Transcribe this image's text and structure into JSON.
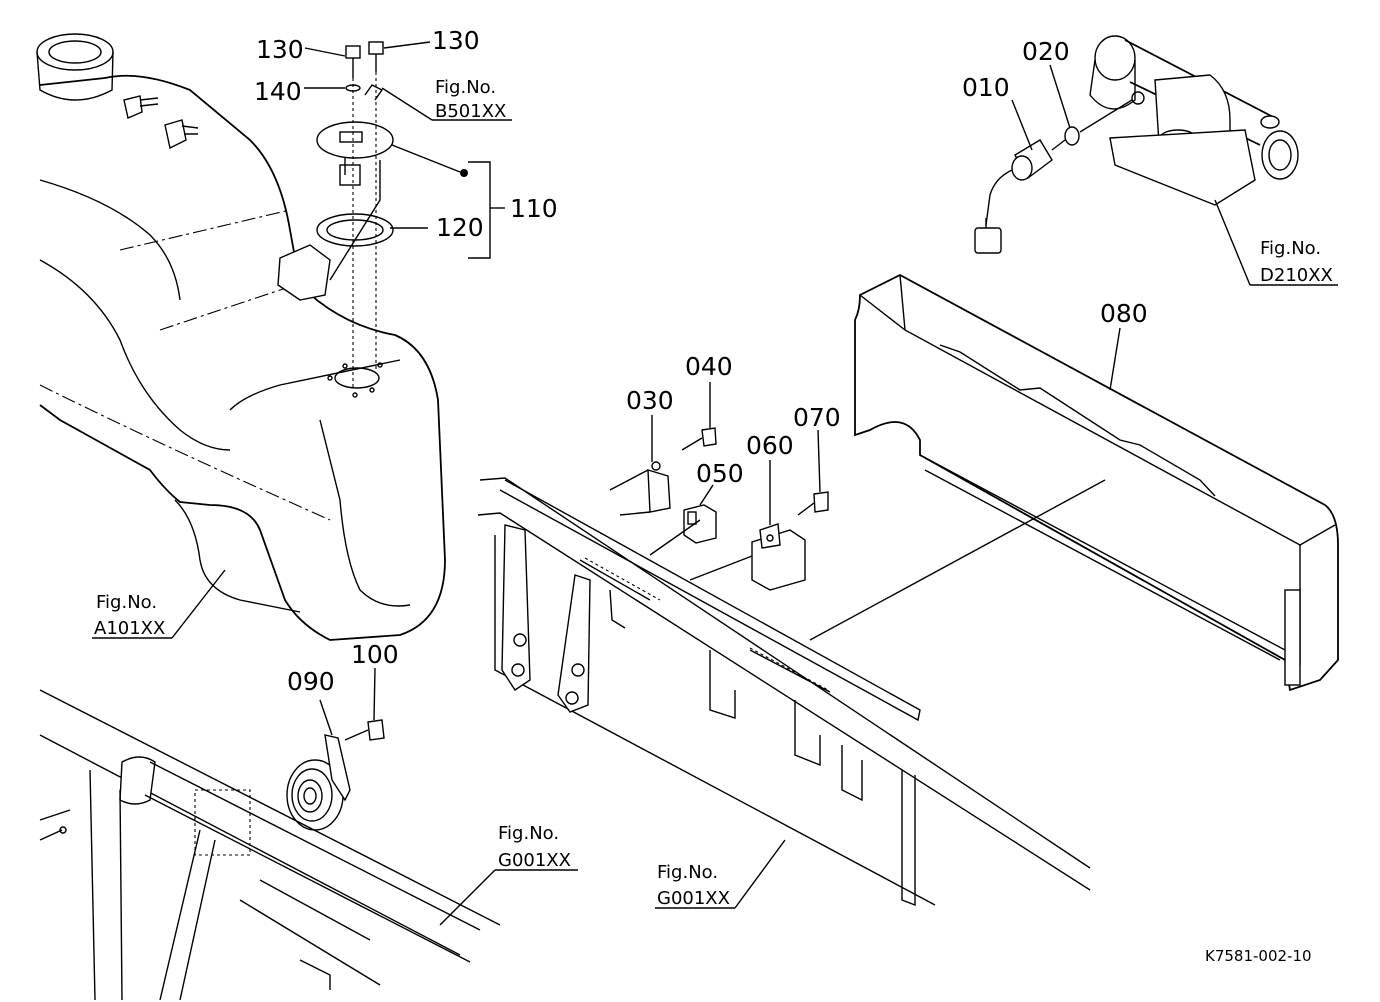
{
  "parts": [
    {
      "id": "p010",
      "label": "010"
    },
    {
      "id": "p020",
      "label": "020"
    },
    {
      "id": "p030",
      "label": "030"
    },
    {
      "id": "p040",
      "label": "040"
    },
    {
      "id": "p050",
      "label": "050"
    },
    {
      "id": "p060",
      "label": "060"
    },
    {
      "id": "p070",
      "label": "070"
    },
    {
      "id": "p080",
      "label": "080"
    },
    {
      "id": "p090",
      "label": "090"
    },
    {
      "id": "p100",
      "label": "100"
    },
    {
      "id": "p110",
      "label": "110"
    },
    {
      "id": "p120",
      "label": "120"
    },
    {
      "id": "p130a",
      "label": "130"
    },
    {
      "id": "p130b",
      "label": "130"
    },
    {
      "id": "p140",
      "label": "140"
    }
  ],
  "figure_refs": [
    {
      "id": "figB501",
      "prefix": "Fig.No.",
      "code": "B501XX"
    },
    {
      "id": "figD210",
      "prefix": "Fig.No.",
      "code": "D210XX"
    },
    {
      "id": "figA101",
      "prefix": "Fig.No.",
      "code": "A101XX"
    },
    {
      "id": "figG001a",
      "prefix": "Fig.No.",
      "code": "G001XX"
    },
    {
      "id": "figG001b",
      "prefix": "Fig.No.",
      "code": "G001XX"
    }
  ],
  "drawing_code": "K7581-002-10"
}
